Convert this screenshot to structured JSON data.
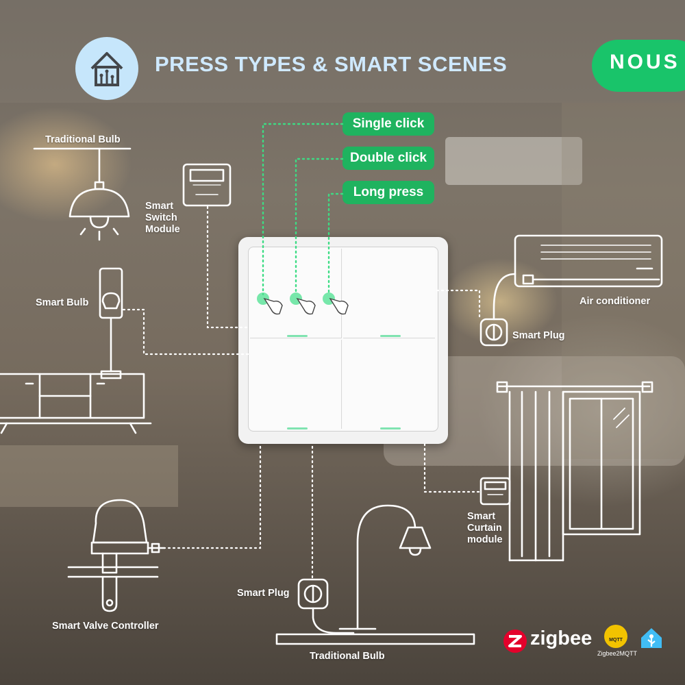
{
  "title": "PRESS TYPES & SMART SCENES",
  "brand": "NOUS",
  "press_types": [
    "Single click",
    "Double click",
    "Long press"
  ],
  "devices": {
    "traditional_bulb_top": "Traditional Bulb",
    "smart_switch_module": [
      "Smart",
      "Switch",
      "Module"
    ],
    "smart_bulb": "Smart Bulb",
    "air_conditioner": "Air conditioner",
    "smart_plug_right": "Smart Plug",
    "smart_curtain_module": [
      "Smart",
      "Curtain",
      "module"
    ],
    "smart_valve_controller": "Smart Valve Controller",
    "smart_plug_bottom": "Smart Plug",
    "traditional_bulb_bottom": "Traditional Bulb"
  },
  "protocols": {
    "zigbee": "zigbee",
    "zigbee2mqtt": "Zigbee2MQTT",
    "mqtt_badge": "MQTT"
  },
  "colors": {
    "accent_green": "#1fb35f",
    "title_blue": "#cfe9ff",
    "zigbee_red": "#e4002b",
    "line_white": "#ffffff",
    "line_green": "#3ddc84"
  },
  "icons": [
    "smart-home-icon",
    "lamp-icon",
    "hand-pointer-icon",
    "faucet-icon",
    "home-assistant-icon"
  ]
}
